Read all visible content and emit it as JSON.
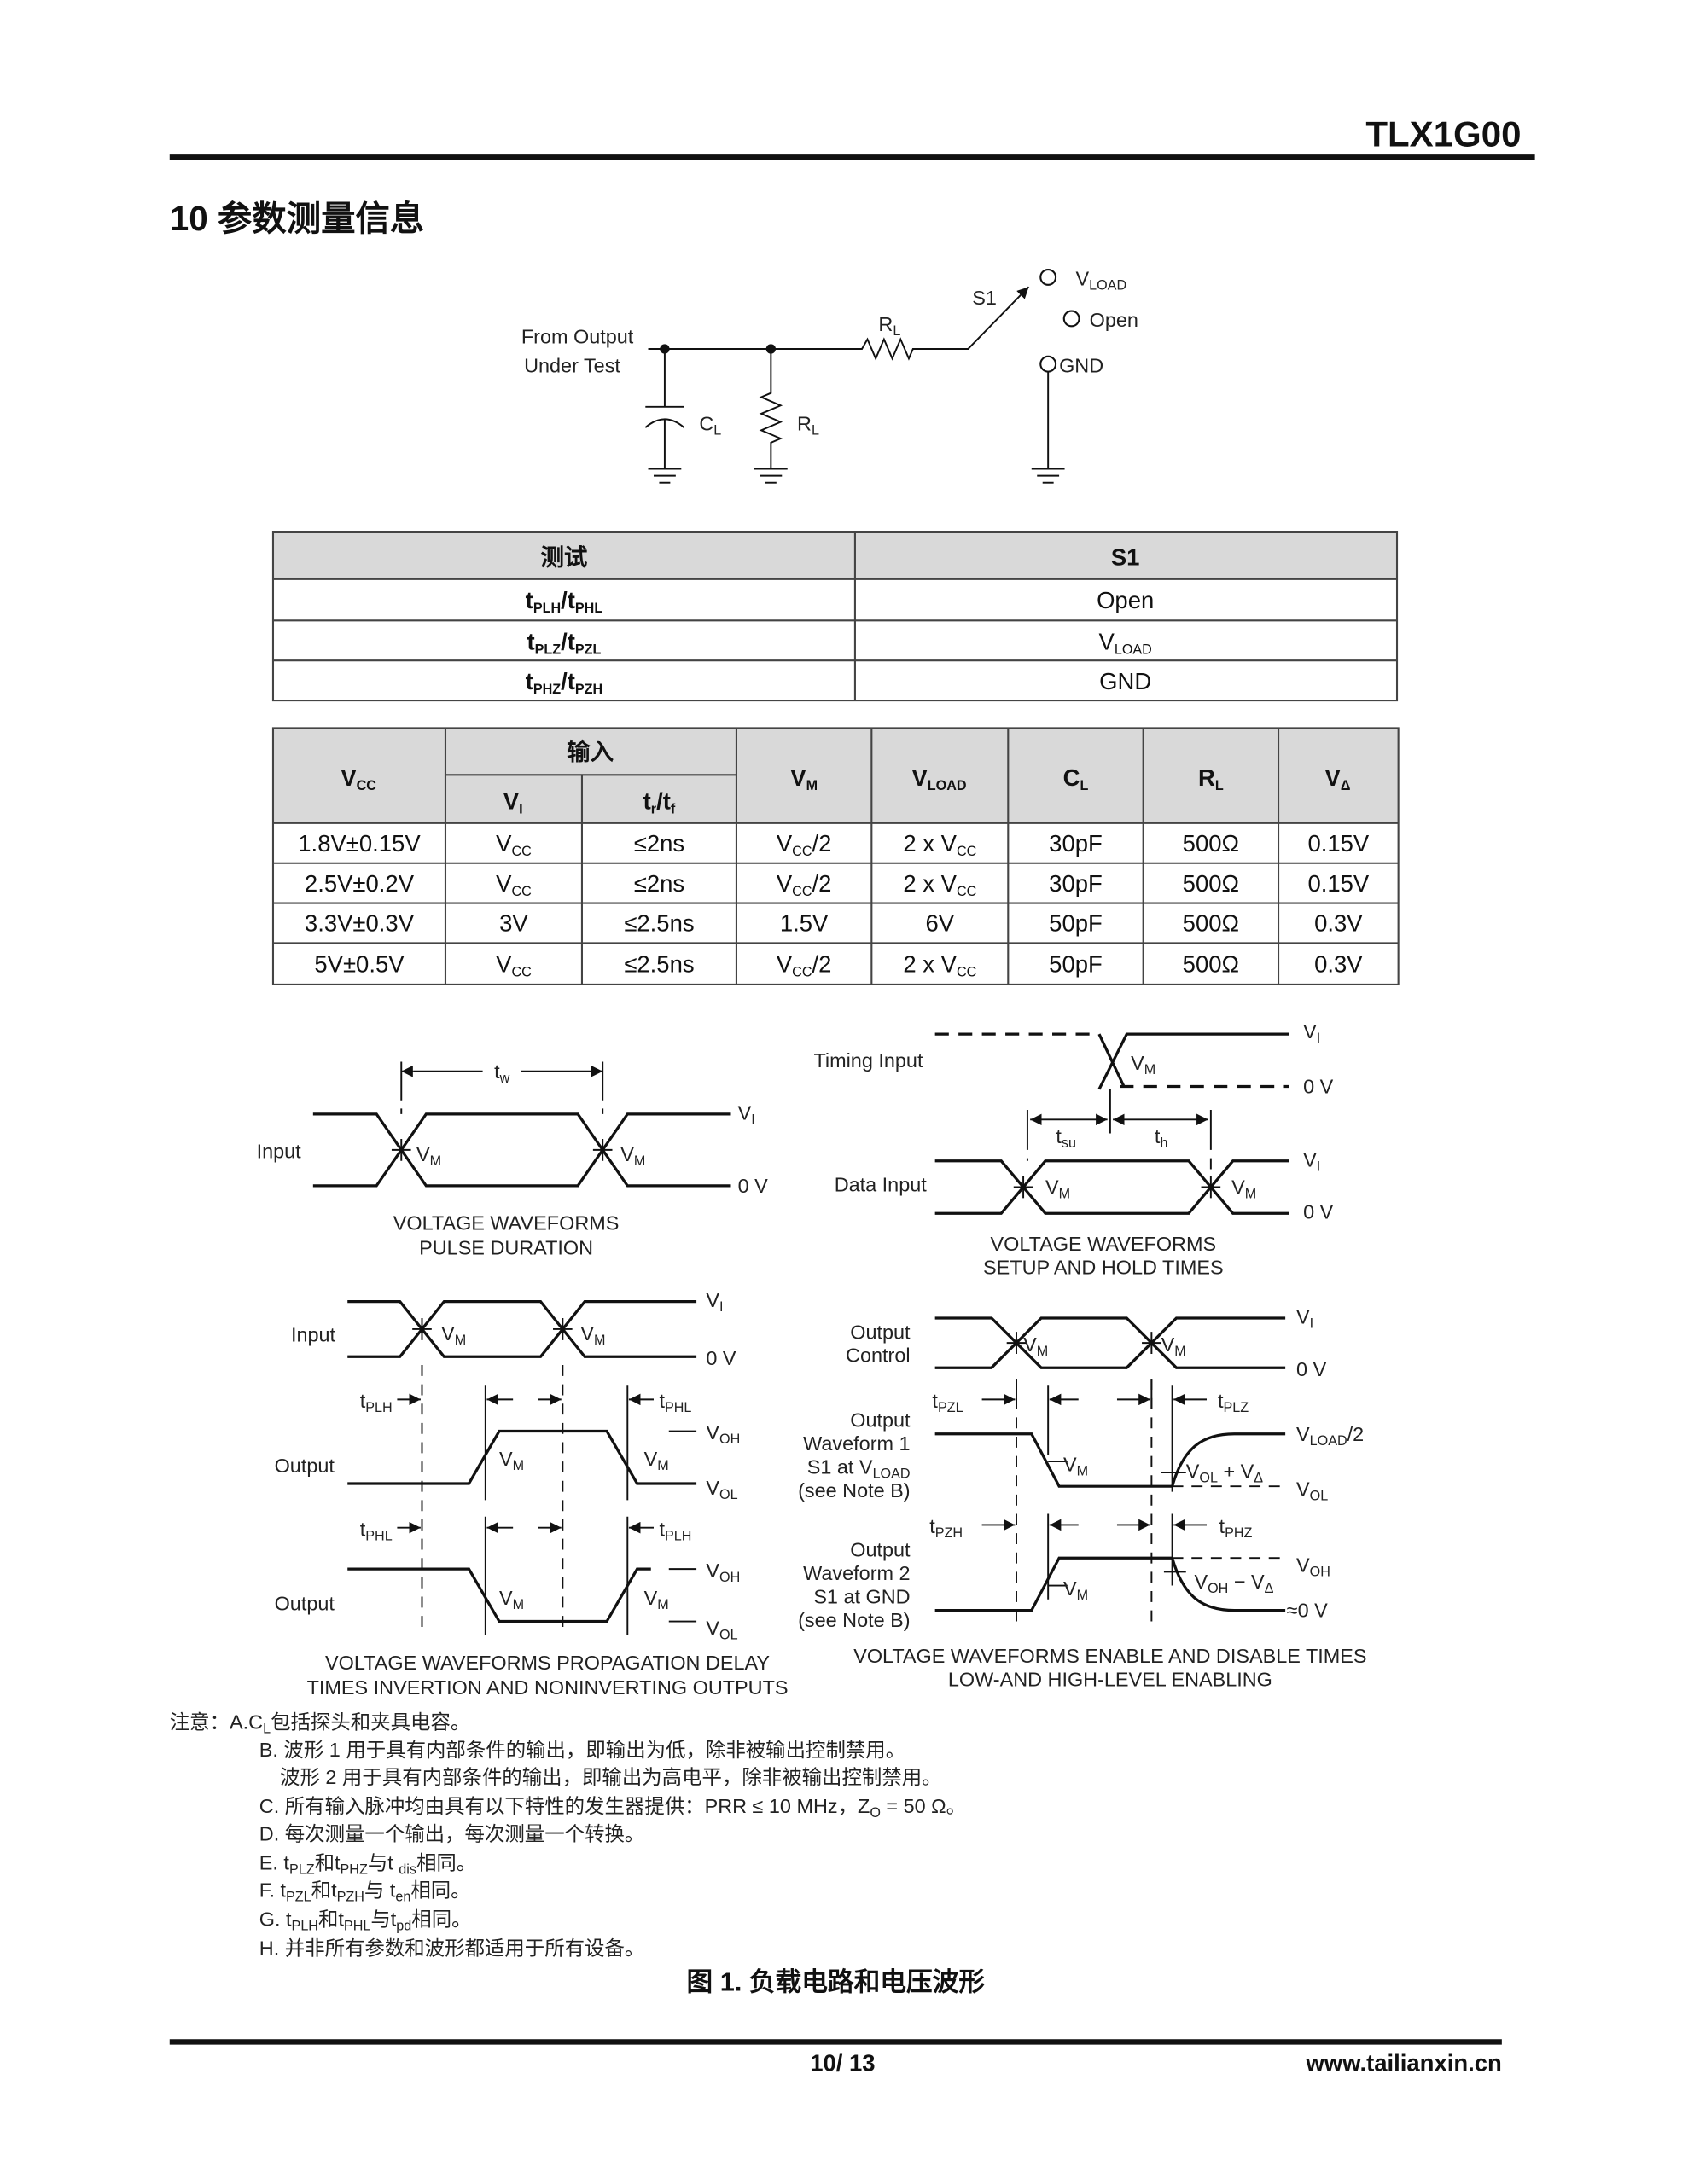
{
  "header": {
    "doc_id": "TLX1G00"
  },
  "section": {
    "title": "10 参数测量信息"
  },
  "circuit": {
    "from_output": [
      {
        "t": "From Output"
      }
    ],
    "under_test": [
      {
        "t": "Under Test"
      }
    ],
    "rl": [
      {
        "t": "R"
      },
      {
        "s": "L"
      }
    ],
    "cl": [
      {
        "t": "C"
      },
      {
        "s": "L"
      }
    ],
    "s1": [
      {
        "t": "S1"
      }
    ],
    "vload": [
      {
        "t": "V"
      },
      {
        "s": "LOAD"
      }
    ],
    "open": [
      {
        "t": "Open"
      }
    ],
    "gnd": [
      {
        "t": "GND"
      }
    ]
  },
  "switch_table": {
    "headers": [
      [
        {
          "t": "测试"
        }
      ],
      [
        {
          "t": "S1"
        }
      ]
    ],
    "rows": [
      [
        [
          {
            "t": "t"
          },
          {
            "s": "PLH"
          },
          {
            "t": "/t"
          },
          {
            "s": "PHL"
          }
        ],
        [
          {
            "t": "Open"
          }
        ]
      ],
      [
        [
          {
            "t": "t"
          },
          {
            "s": "PLZ"
          },
          {
            "t": "/t"
          },
          {
            "s": "PZL"
          }
        ],
        [
          {
            "t": "V"
          },
          {
            "s": "LOAD"
          }
        ]
      ],
      [
        [
          {
            "t": "t"
          },
          {
            "s": "PHZ"
          },
          {
            "t": "/t"
          },
          {
            "s": "PZH"
          }
        ],
        [
          {
            "t": "GND"
          }
        ]
      ]
    ]
  },
  "params_table": {
    "headers": {
      "vcc": [
        {
          "t": "V"
        },
        {
          "s": "CC"
        }
      ],
      "input": [
        {
          "t": "输入"
        }
      ],
      "vi": [
        {
          "t": "V"
        },
        {
          "s": "I"
        }
      ],
      "trtf": [
        {
          "t": "t"
        },
        {
          "s": "r"
        },
        {
          "t": "/t"
        },
        {
          "s": "f"
        }
      ],
      "vm": [
        {
          "t": "V"
        },
        {
          "s": "M"
        }
      ],
      "vload": [
        {
          "t": "V"
        },
        {
          "s": "LOAD"
        }
      ],
      "cl": [
        {
          "t": "C"
        },
        {
          "s": "L"
        }
      ],
      "rl": [
        {
          "t": "R"
        },
        {
          "s": "L"
        }
      ],
      "vdelta": [
        {
          "t": "V"
        },
        {
          "s": "Δ"
        }
      ]
    },
    "rows": [
      [
        [
          {
            "t": "1.8V±0.15V"
          }
        ],
        [
          {
            "t": "V"
          },
          {
            "s": "CC"
          }
        ],
        [
          {
            "t": "≤2ns"
          }
        ],
        [
          {
            "t": "V"
          },
          {
            "s": "CC"
          },
          {
            "t": "/2"
          }
        ],
        [
          {
            "t": "2 x V"
          },
          {
            "s": "CC"
          }
        ],
        [
          {
            "t": "30pF"
          }
        ],
        [
          {
            "t": "500Ω"
          }
        ],
        [
          {
            "t": "0.15V"
          }
        ]
      ],
      [
        [
          {
            "t": "2.5V±0.2V"
          }
        ],
        [
          {
            "t": "V"
          },
          {
            "s": "CC"
          }
        ],
        [
          {
            "t": "≤2ns"
          }
        ],
        [
          {
            "t": "V"
          },
          {
            "s": "CC"
          },
          {
            "t": "/2"
          }
        ],
        [
          {
            "t": "2 x V"
          },
          {
            "s": "CC"
          }
        ],
        [
          {
            "t": "30pF"
          }
        ],
        [
          {
            "t": "500Ω"
          }
        ],
        [
          {
            "t": "0.15V"
          }
        ]
      ],
      [
        [
          {
            "t": "3.3V±0.3V"
          }
        ],
        [
          {
            "t": "3V"
          }
        ],
        [
          {
            "t": "≤2.5ns"
          }
        ],
        [
          {
            "t": "1.5V"
          }
        ],
        [
          {
            "t": "6V"
          }
        ],
        [
          {
            "t": "50pF"
          }
        ],
        [
          {
            "t": "500Ω"
          }
        ],
        [
          {
            "t": "0.3V"
          }
        ]
      ],
      [
        [
          {
            "t": "5V±0.5V"
          }
        ],
        [
          {
            "t": "V"
          },
          {
            "s": "CC"
          }
        ],
        [
          {
            "t": "≤2.5ns"
          }
        ],
        [
          {
            "t": "V"
          },
          {
            "s": "CC"
          },
          {
            "t": "/2"
          }
        ],
        [
          {
            "t": "2 x V"
          },
          {
            "s": "CC"
          }
        ],
        [
          {
            "t": "50pF"
          }
        ],
        [
          {
            "t": "500Ω"
          }
        ],
        [
          {
            "t": "0.3V"
          }
        ]
      ]
    ]
  },
  "sym": {
    "vm": [
      {
        "t": "V"
      },
      {
        "s": "M"
      }
    ],
    "vi": [
      {
        "t": "V"
      },
      {
        "s": "I"
      }
    ],
    "zero": [
      {
        "t": "0 V"
      }
    ],
    "approx_zero": [
      {
        "t": "≈0 V"
      }
    ],
    "tw": [
      {
        "t": "t"
      },
      {
        "s": "w"
      }
    ],
    "tsu": [
      {
        "t": "t"
      },
      {
        "s": "su"
      }
    ],
    "th": [
      {
        "t": "t"
      },
      {
        "s": "h"
      }
    ],
    "tplh": [
      {
        "t": "t"
      },
      {
        "s": "PLH"
      }
    ],
    "tphl": [
      {
        "t": "t"
      },
      {
        "s": "PHL"
      }
    ],
    "tpzl": [
      {
        "t": "t"
      },
      {
        "s": "PZL"
      }
    ],
    "tplz": [
      {
        "t": "t"
      },
      {
        "s": "PLZ"
      }
    ],
    "tpzh": [
      {
        "t": "t"
      },
      {
        "s": "PZH"
      }
    ],
    "tphz": [
      {
        "t": "t"
      },
      {
        "s": "PHZ"
      }
    ],
    "voh": [
      {
        "t": "V"
      },
      {
        "s": "OH"
      }
    ],
    "vol": [
      {
        "t": "V"
      },
      {
        "s": "OL"
      }
    ],
    "vload2": [
      {
        "t": "V"
      },
      {
        "s": "LOAD"
      },
      {
        "t": "/2"
      }
    ],
    "vol_plus": [
      {
        "t": "V"
      },
      {
        "s": "OL"
      },
      {
        "t": " + V"
      },
      {
        "s": "Δ"
      }
    ],
    "voh_minus": [
      {
        "t": "V"
      },
      {
        "s": "OH"
      },
      {
        "t": " − V"
      },
      {
        "s": "Δ"
      }
    ]
  },
  "waveforms": {
    "input": [
      {
        "t": "Input"
      }
    ],
    "output": [
      {
        "t": "Output"
      }
    ],
    "timing_input": [
      {
        "t": "Timing Input"
      }
    ],
    "data_input": [
      {
        "t": "Data Input"
      }
    ],
    "control": [
      {
        "t": "Control"
      }
    ],
    "waveform1": [
      {
        "t": "Waveform 1"
      }
    ],
    "waveform2": [
      {
        "t": "Waveform 2"
      }
    ],
    "s1_vload": [
      {
        "t": "S1 at V"
      },
      {
        "s": "LOAD"
      }
    ],
    "s1_gnd": [
      {
        "t": "S1 at GND"
      }
    ],
    "see_note_b": [
      {
        "t": "(see Note B)"
      }
    ],
    "captions": {
      "pulse_1": [
        {
          "t": "VOLTAGE WAVEFORMS"
        }
      ],
      "pulse_2": [
        {
          "t": "PULSE DURATION"
        }
      ],
      "setup_1": [
        {
          "t": "VOLTAGE WAVEFORMS"
        }
      ],
      "setup_2": [
        {
          "t": "SETUP AND HOLD TIMES"
        }
      ],
      "prop_1": [
        {
          "t": "VOLTAGE WAVEFORMS PROPAGATION DELAY"
        }
      ],
      "prop_2": [
        {
          "t": "TIMES INVERTION AND NONINVERTING OUTPUTS"
        }
      ],
      "enable_1": [
        {
          "t": "VOLTAGE WAVEFORMS ENABLE AND DISABLE TIMES"
        }
      ],
      "enable_2": [
        {
          "t": "LOW-AND HIGH-LEVEL ENABLING"
        }
      ]
    }
  },
  "notes": [
    [
      {
        "t": "注意：A.C"
      },
      {
        "s": "L"
      },
      {
        "t": "包括探头和夹具电容。"
      }
    ],
    [
      {
        "t": "B. 波形 1 用于具有内部条件的输出，即输出为低，除非被输出控制禁用。"
      }
    ],
    [
      {
        "t": "波形 2 用于具有内部条件的输出，即输出为高电平，除非被输出控制禁用。"
      }
    ],
    [
      {
        "t": "C. 所有输入脉冲均由具有以下特性的发生器提供：PRR ≤ 10 MHz，Z"
      },
      {
        "s": "O"
      },
      {
        "t": " = 50 Ω。"
      }
    ],
    [
      {
        "t": "D. 每次测量一个输出，每次测量一个转换。"
      }
    ],
    [
      {
        "t": "E. t"
      },
      {
        "s": "PLZ"
      },
      {
        "t": "和t"
      },
      {
        "s": "PHZ"
      },
      {
        "t": "与t "
      },
      {
        "s": "dis"
      },
      {
        "t": "相同。"
      }
    ],
    [
      {
        "t": "F. t"
      },
      {
        "s": "PZL"
      },
      {
        "t": "和t"
      },
      {
        "s": "PZH"
      },
      {
        "t": "与 t"
      },
      {
        "s": "en"
      },
      {
        "t": "相同。"
      }
    ],
    [
      {
        "t": "G. t"
      },
      {
        "s": "PLH"
      },
      {
        "t": "和t"
      },
      {
        "s": "PHL"
      },
      {
        "t": "与t"
      },
      {
        "s": "pd"
      },
      {
        "t": "相同。"
      }
    ],
    [
      {
        "t": "H. 并非所有参数和波形都适用于所有设备。"
      }
    ]
  ],
  "figure_caption": [
    {
      "t": "图 "
    },
    {
      "t": "1."
    },
    {
      "t": " 负载电路和电压波形"
    }
  ],
  "footer": {
    "page": "10/ 13",
    "website": "www.tailianxin.cn"
  }
}
